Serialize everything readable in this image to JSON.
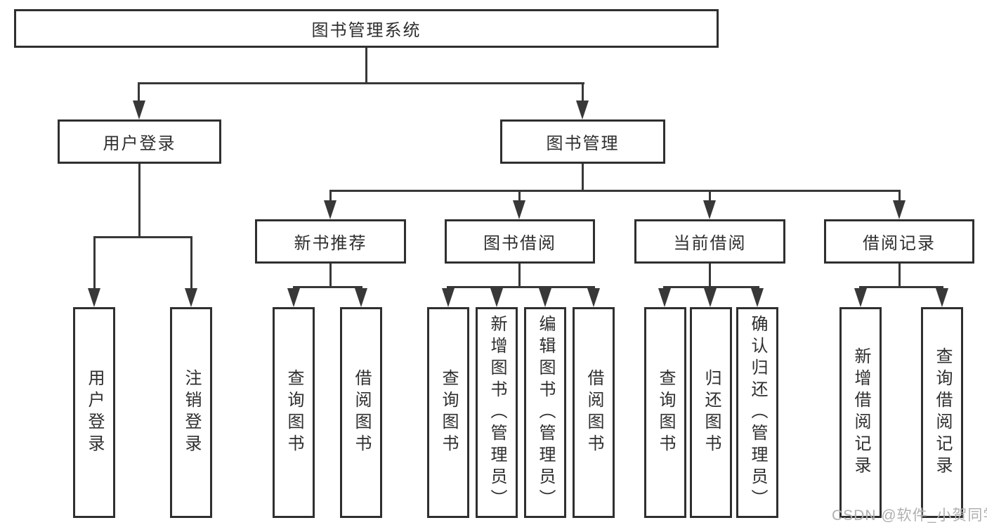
{
  "diagram_type": "hierarchy-tree",
  "colors": {
    "line": "#383838",
    "border": "#2f2f2f",
    "text": "#2e2e2e",
    "watermark": "#b0b0b0",
    "background": "#ffffff"
  },
  "tree": {
    "root": {
      "label": "图书管理系统",
      "children": [
        {
          "label": "用户登录",
          "children": [
            {
              "label": "用户登录"
            },
            {
              "label": "注销登录"
            }
          ]
        },
        {
          "label": "图书管理",
          "children": [
            {
              "label": "新书推荐",
              "children": [
                {
                  "label": "查询图书"
                },
                {
                  "label": "借阅图书"
                }
              ]
            },
            {
              "label": "图书借阅",
              "children": [
                {
                  "label": "查询图书"
                },
                {
                  "label": "新增图书（管理员）"
                },
                {
                  "label": "编辑图书（管理员）"
                },
                {
                  "label": "借阅图书"
                }
              ]
            },
            {
              "label": "当前借阅",
              "children": [
                {
                  "label": "查询图书"
                },
                {
                  "label": "归还图书"
                },
                {
                  "label": "确认归还（管理员）"
                }
              ]
            },
            {
              "label": "借阅记录",
              "children": [
                {
                  "label": "新增借阅记录"
                },
                {
                  "label": "查询借阅记录"
                }
              ]
            }
          ]
        }
      ]
    }
  },
  "watermark": {
    "text": "CSDN @软件_小贺同学"
  }
}
